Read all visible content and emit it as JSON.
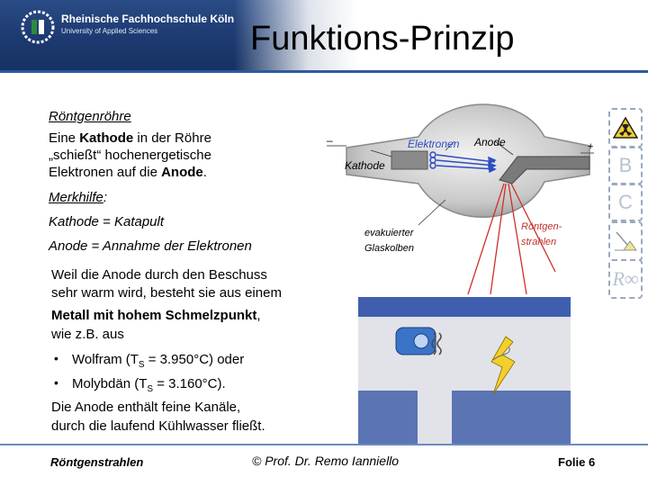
{
  "header": {
    "university": "Rheinische Fachhochschule Köln",
    "university_sub": "University of Applied Sciences",
    "title": "Funktions-Prinzip"
  },
  "content": {
    "heading": "Röntgenröhre",
    "intro_line1_pre": "Eine ",
    "intro_line1_bold": "Kathode",
    "intro_line1_post": " in der Röhre",
    "intro_line2": "„schießt“ hochenergetische",
    "intro_line3_pre": "Elektronen auf die ",
    "intro_line3_bold": "Anode",
    "intro_line3_post": ".",
    "merkhilfe": "Merkhilfe",
    "merkhilfe_colon": ":",
    "mnemonic1": "Kathode = Katapult",
    "mnemonic2": "Anode = Annahme der Elektronen",
    "para_line1": "Weil die Anode durch den Beschuss",
    "para_line2": "sehr warm wird, besteht sie aus einem",
    "para_line3_bold": "Metall mit hohem Schmelzpunkt",
    "para_line3_post": ",",
    "para_line4": "wie z.B. aus",
    "bullets": [
      {
        "pre": "Wolfram (T",
        "sub": "S",
        "post": " = 3.950°C)  oder"
      },
      {
        "pre": "Molybdän (T",
        "sub": "S",
        "post": " = 3.160°C)."
      }
    ],
    "outro_line1": "Die Anode enthält feine Kanäle,",
    "outro_line2": "durch die laufend Kühlwasser fließt."
  },
  "diagram": {
    "label_electrons": "Elektronen",
    "label_anode": "Anode",
    "label_cathode": "Kathode",
    "label_minus": "–",
    "label_plus": "+",
    "label_glass1": "evakuierter",
    "label_glass2": "Glaskolben",
    "label_xray1": "Röntgen-",
    "label_xray2": "strahlen"
  },
  "sidebar": {
    "b": "B",
    "c": "C",
    "r": "R∞"
  },
  "footer": {
    "left": "Röntgenstrahlen",
    "center": "© Prof. Dr. Remo Ianniello",
    "right": "Folie 6"
  },
  "colors": {
    "header_blue": "#1d3a70",
    "accent_red": "#c0302a",
    "cooling_blue": "#3f5fae"
  }
}
